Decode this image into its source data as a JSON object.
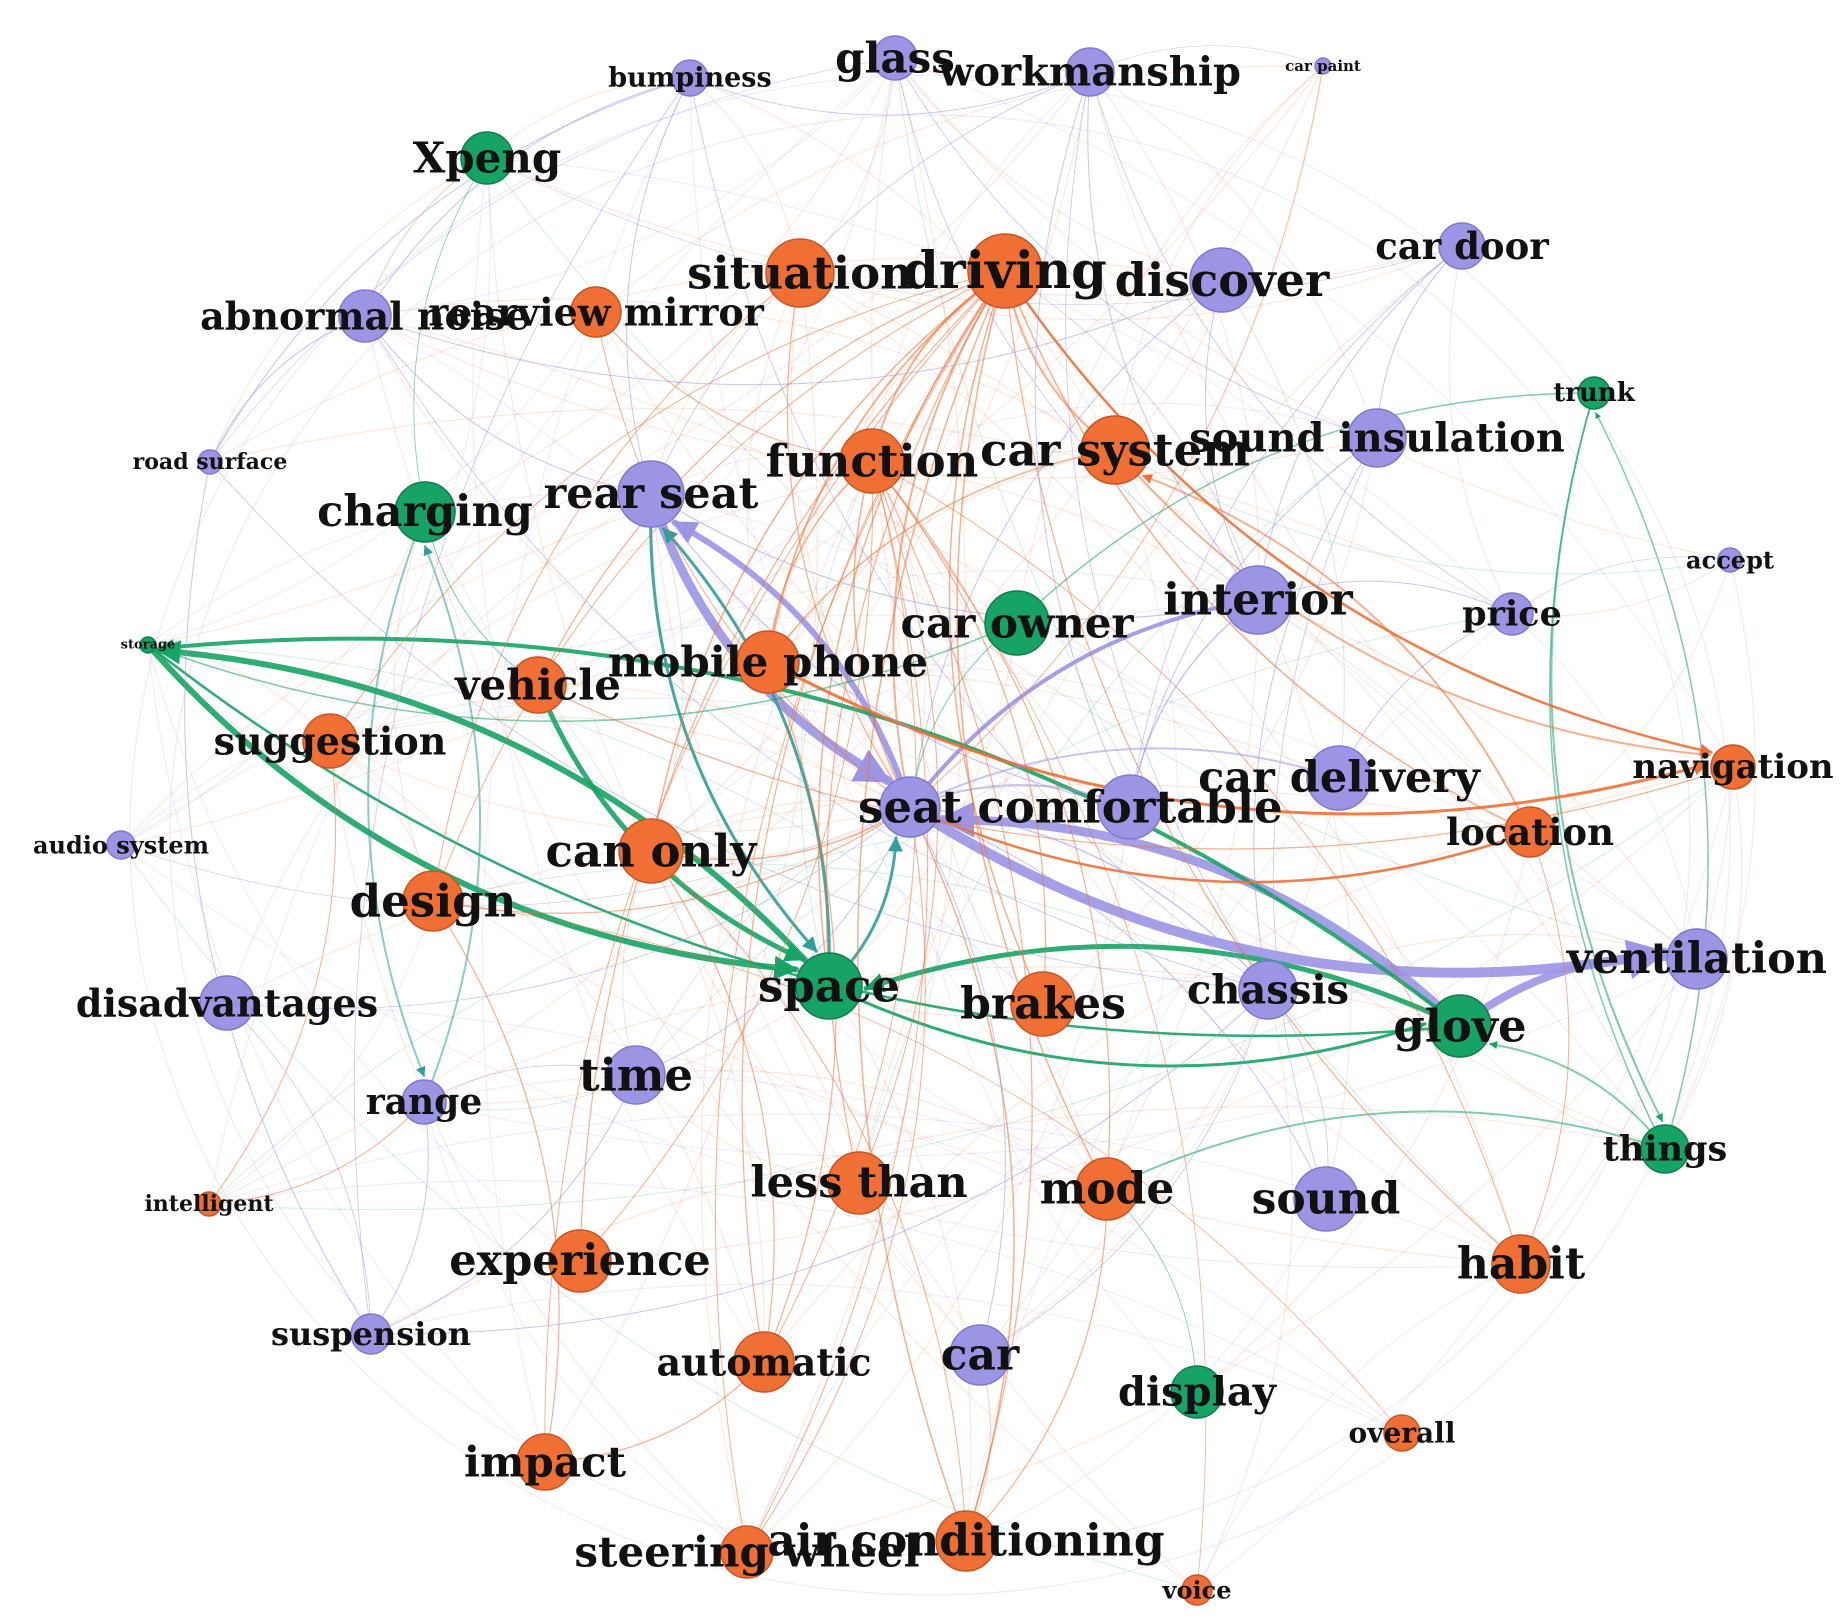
{
  "colors": {
    "purple": "#9b95e4",
    "orange": "#ef6f34",
    "green": "#16a365"
  },
  "nodes": [
    {
      "id": "glass",
      "label": "glass",
      "group": "purple"
    },
    {
      "id": "workmanship",
      "label": "workmanship",
      "group": "purple"
    },
    {
      "id": "bumpiness",
      "label": "bumpiness",
      "group": "purple"
    },
    {
      "id": "carpaint",
      "label": "car paint",
      "group": "purple"
    },
    {
      "id": "xpeng",
      "label": "Xpeng",
      "group": "green"
    },
    {
      "id": "situation",
      "label": "situation",
      "group": "orange"
    },
    {
      "id": "driving",
      "label": "driving",
      "group": "orange"
    },
    {
      "id": "discover",
      "label": "discover",
      "group": "purple"
    },
    {
      "id": "cardoor",
      "label": "car door",
      "group": "purple"
    },
    {
      "id": "abnormalnoise",
      "label": "abnormal noise",
      "group": "purple"
    },
    {
      "id": "rearviewmirror",
      "label": "rearview mirror",
      "group": "orange"
    },
    {
      "id": "trunk",
      "label": "trunk",
      "group": "green"
    },
    {
      "id": "roadsurface",
      "label": "road surface",
      "group": "purple"
    },
    {
      "id": "function",
      "label": "function",
      "group": "orange"
    },
    {
      "id": "carsystem",
      "label": "car system",
      "group": "orange"
    },
    {
      "id": "soundinsulation",
      "label": "sound insulation",
      "group": "purple"
    },
    {
      "id": "charging",
      "label": "charging",
      "group": "green"
    },
    {
      "id": "rearseat",
      "label": "rear seat",
      "group": "purple"
    },
    {
      "id": "accept",
      "label": "accept",
      "group": "purple"
    },
    {
      "id": "interior",
      "label": "interior",
      "group": "purple"
    },
    {
      "id": "price",
      "label": "price",
      "group": "purple"
    },
    {
      "id": "carowner",
      "label": "car owner",
      "group": "green"
    },
    {
      "id": "storage",
      "label": "storage",
      "group": "green"
    },
    {
      "id": "mobilephone",
      "label": "mobile phone",
      "group": "orange"
    },
    {
      "id": "vehicle",
      "label": "vehicle",
      "group": "orange"
    },
    {
      "id": "suggestion",
      "label": "suggestion",
      "group": "orange"
    },
    {
      "id": "navigation",
      "label": "navigation",
      "group": "orange"
    },
    {
      "id": "cardelivery",
      "label": "car delivery",
      "group": "purple"
    },
    {
      "id": "seat",
      "label": "seat",
      "group": "purple"
    },
    {
      "id": "comfortable",
      "label": "comfortable",
      "group": "purple"
    },
    {
      "id": "location",
      "label": "location",
      "group": "orange"
    },
    {
      "id": "audiosystem",
      "label": "audio system",
      "group": "purple"
    },
    {
      "id": "canonly",
      "label": "can only",
      "group": "orange"
    },
    {
      "id": "design",
      "label": "design",
      "group": "orange"
    },
    {
      "id": "ventilation",
      "label": "ventilation",
      "group": "purple"
    },
    {
      "id": "disadvantages",
      "label": "disadvantages",
      "group": "purple"
    },
    {
      "id": "space",
      "label": "space",
      "group": "green"
    },
    {
      "id": "brakes",
      "label": "brakes",
      "group": "orange"
    },
    {
      "id": "chassis",
      "label": "chassis",
      "group": "purple"
    },
    {
      "id": "glove",
      "label": "glove",
      "group": "green"
    },
    {
      "id": "time",
      "label": "time",
      "group": "purple"
    },
    {
      "id": "range",
      "label": "range",
      "group": "purple"
    },
    {
      "id": "things",
      "label": "things",
      "group": "green"
    },
    {
      "id": "intelligent",
      "label": "intelligent",
      "group": "orange"
    },
    {
      "id": "lessthan",
      "label": "less than",
      "group": "orange"
    },
    {
      "id": "mode",
      "label": "mode",
      "group": "orange"
    },
    {
      "id": "sound",
      "label": "sound",
      "group": "purple"
    },
    {
      "id": "experience",
      "label": "experience",
      "group": "orange"
    },
    {
      "id": "habit",
      "label": "habit",
      "group": "orange"
    },
    {
      "id": "suspension",
      "label": "suspension",
      "group": "purple"
    },
    {
      "id": "automatic",
      "label": "automatic",
      "group": "orange"
    },
    {
      "id": "car",
      "label": "car",
      "group": "purple"
    },
    {
      "id": "display",
      "label": "display",
      "group": "green"
    },
    {
      "id": "overall",
      "label": "overall",
      "group": "orange"
    },
    {
      "id": "impact",
      "label": "impact",
      "group": "orange"
    },
    {
      "id": "steeringwheel",
      "label": "steering wheel",
      "group": "orange"
    },
    {
      "id": "airconditioning",
      "label": "air conditioning",
      "group": "orange"
    },
    {
      "id": "voice",
      "label": "voice",
      "group": "orange"
    }
  ],
  "edges": [
    {
      "s": "rearseat",
      "t": "seat",
      "w": 9,
      "c": "purple",
      "arrow": true
    },
    {
      "s": "seat",
      "t": "rearseat",
      "w": 6,
      "c": "purple",
      "arrow": true
    },
    {
      "s": "seat",
      "t": "ventilation",
      "w": 10,
      "c": "purple",
      "arrow": true
    },
    {
      "s": "glove",
      "t": "seat",
      "w": 9,
      "c": "purple",
      "arrow": true
    },
    {
      "s": "ventilation",
      "t": "glove",
      "w": 8,
      "c": "purple"
    },
    {
      "s": "interior",
      "t": "seat",
      "w": 4,
      "c": "purple"
    },
    {
      "s": "storage",
      "t": "space",
      "w": 6,
      "c": "green",
      "arrow": true
    },
    {
      "s": "space",
      "t": "storage",
      "w": 6,
      "c": "green",
      "arrow": true
    },
    {
      "s": "glove",
      "t": "storage",
      "w": 4,
      "c": "green",
      "arrow": true
    },
    {
      "s": "glove",
      "t": "space",
      "w": 5,
      "c": "green",
      "arrow": true
    },
    {
      "s": "space",
      "t": "glove",
      "w": 3,
      "c": "green",
      "arrow": true
    },
    {
      "s": "vehicle",
      "t": "space",
      "w": 5,
      "c": "green",
      "arrow": true
    },
    {
      "s": "charging",
      "t": "range",
      "w": 2,
      "c": "teal",
      "arrow": true
    },
    {
      "s": "range",
      "t": "charging",
      "w": 2,
      "c": "teal",
      "arrow": true
    },
    {
      "s": "space",
      "t": "rearseat",
      "w": 3,
      "c": "teal",
      "arrow": true
    },
    {
      "s": "rearseat",
      "t": "space",
      "w": 3,
      "c": "teal",
      "arrow": true
    },
    {
      "s": "space",
      "t": "seat",
      "w": 3,
      "c": "teal",
      "arrow": true
    },
    {
      "s": "things",
      "t": "glove",
      "w": 2,
      "c": "green",
      "arrow": true
    },
    {
      "s": "trunk",
      "t": "things",
      "w": 2,
      "c": "green",
      "arrow": true
    },
    {
      "s": "things",
      "t": "trunk",
      "w": 1.5,
      "c": "green",
      "arrow": true
    },
    {
      "s": "trunk",
      "t": "carowner",
      "w": 1.5,
      "c": "green"
    },
    {
      "s": "things",
      "t": "mode",
      "w": 2,
      "c": "green"
    },
    {
      "s": "storage",
      "t": "glove",
      "w": 2.5,
      "c": "green"
    },
    {
      "s": "trunk",
      "t": "things",
      "w": 1.5,
      "c": "green"
    },
    {
      "s": "driving",
      "t": "seat",
      "w": 2,
      "c": "orange"
    },
    {
      "s": "driving",
      "t": "space",
      "w": 1.5,
      "c": "orange"
    },
    {
      "s": "driving",
      "t": "function",
      "w": 2,
      "c": "orange"
    },
    {
      "s": "driving",
      "t": "carsystem",
      "w": 2,
      "c": "orange"
    },
    {
      "s": "driving",
      "t": "mobilephone",
      "w": 2,
      "c": "orange"
    },
    {
      "s": "driving",
      "t": "canonly",
      "w": 1.5,
      "c": "orange"
    },
    {
      "s": "driving",
      "t": "brakes",
      "w": 1.5,
      "c": "orange"
    },
    {
      "s": "driving",
      "t": "mode",
      "w": 1.5,
      "c": "orange"
    },
    {
      "s": "driving",
      "t": "lessthan",
      "w": 1.2,
      "c": "orange"
    },
    {
      "s": "driving",
      "t": "airconditioning",
      "w": 1.5,
      "c": "orange"
    },
    {
      "s": "driving",
      "t": "automatic",
      "w": 1.2,
      "c": "orange"
    },
    {
      "s": "driving",
      "t": "experience",
      "w": 1.2,
      "c": "orange"
    },
    {
      "s": "driving",
      "t": "navigation",
      "w": 2.5,
      "c": "orange",
      "arrow": true
    },
    {
      "s": "driving",
      "t": "location",
      "w": 1.5,
      "c": "orange"
    },
    {
      "s": "driving",
      "t": "habit",
      "w": 1.2,
      "c": "orange"
    },
    {
      "s": "driving",
      "t": "vehicle",
      "w": 1.2,
      "c": "orange"
    },
    {
      "s": "driving",
      "t": "design",
      "w": 1,
      "c": "orange"
    },
    {
      "s": "driving",
      "t": "suggestion",
      "w": 1,
      "c": "orange"
    },
    {
      "s": "driving",
      "t": "steeringwheel",
      "w": 1,
      "c": "orange"
    },
    {
      "s": "driving",
      "t": "impact",
      "w": 1,
      "c": "orange"
    },
    {
      "s": "mobilephone",
      "t": "navigation",
      "w": 3,
      "c": "orange",
      "arrow": true
    },
    {
      "s": "carsystem",
      "t": "navigation",
      "w": 2,
      "c": "orange",
      "arrow": true
    },
    {
      "s": "location",
      "t": "carsystem",
      "w": 2,
      "c": "orange",
      "arrow": true
    },
    {
      "s": "seat",
      "t": "location",
      "w": 2.5,
      "c": "orange"
    },
    {
      "s": "airconditioning",
      "t": "seat",
      "w": 1.5,
      "c": "orange"
    },
    {
      "s": "airconditioning",
      "t": "function",
      "w": 1.2,
      "c": "orange"
    },
    {
      "s": "airconditioning",
      "t": "mode",
      "w": 1.2,
      "c": "orange"
    },
    {
      "s": "airconditioning",
      "t": "canonly",
      "w": 1,
      "c": "orange"
    },
    {
      "s": "automatic",
      "t": "mobilephone",
      "w": 1.2,
      "c": "orange"
    },
    {
      "s": "automatic",
      "t": "canonly",
      "w": 1.2,
      "c": "orange"
    },
    {
      "s": "automatic",
      "t": "function",
      "w": 1,
      "c": "orange"
    },
    {
      "s": "impact",
      "t": "design",
      "w": 1.2,
      "c": "orange"
    },
    {
      "s": "impact",
      "t": "automatic",
      "w": 1.2,
      "c": "orange"
    },
    {
      "s": "steeringwheel",
      "t": "function",
      "w": 1,
      "c": "orange"
    },
    {
      "s": "steeringwheel",
      "t": "seat",
      "w": 1,
      "c": "orange"
    },
    {
      "s": "intelligent",
      "t": "suggestion",
      "w": 1,
      "c": "orange"
    },
    {
      "s": "intelligent",
      "t": "range",
      "w": 1,
      "c": "orange"
    },
    {
      "s": "habit",
      "t": "location",
      "w": 1,
      "c": "orange"
    },
    {
      "s": "habit",
      "t": "function",
      "w": 1,
      "c": "orange"
    },
    {
      "s": "brakes",
      "t": "function",
      "w": 1.2,
      "c": "orange"
    },
    {
      "s": "mode",
      "t": "function",
      "w": 1.2,
      "c": "orange"
    },
    {
      "s": "lessthan",
      "t": "function",
      "w": 1,
      "c": "orange"
    },
    {
      "s": "experience",
      "t": "function",
      "w": 1,
      "c": "orange"
    },
    {
      "s": "situation",
      "t": "seat",
      "w": 1.2,
      "c": "orange"
    },
    {
      "s": "situation",
      "t": "design",
      "w": 1,
      "c": "orange"
    },
    {
      "s": "rearviewmirror",
      "t": "seat",
      "w": 1,
      "c": "orange"
    },
    {
      "s": "rearviewmirror",
      "t": "function",
      "w": 1,
      "c": "orange"
    },
    {
      "s": "overall",
      "t": "design",
      "w": 0.8,
      "c": "orange"
    },
    {
      "s": "voice",
      "t": "function",
      "w": 0.8,
      "c": "orange"
    },
    {
      "s": "function",
      "t": "mobilephone",
      "w": 1.5,
      "c": "orange"
    },
    {
      "s": "function",
      "t": "seat",
      "w": 1.5,
      "c": "orange"
    },
    {
      "s": "carsystem",
      "t": "mobilephone",
      "w": 1.5,
      "c": "orange"
    },
    {
      "s": "canonly",
      "t": "seat",
      "w": 1.5,
      "c": "orange"
    },
    {
      "s": "design",
      "t": "seat",
      "w": 1.2,
      "c": "orange"
    },
    {
      "s": "vehicle",
      "t": "navigation",
      "w": 1.2,
      "c": "orange"
    },
    {
      "s": "bumpiness",
      "t": "roadsurface",
      "w": 1,
      "c": "purple"
    },
    {
      "s": "bumpiness",
      "t": "abnormalnoise",
      "w": 1,
      "c": "purple"
    },
    {
      "s": "bumpiness",
      "t": "rearseat",
      "w": 1,
      "c": "purple"
    },
    {
      "s": "bumpiness",
      "t": "workmanship",
      "w": 0.8,
      "c": "purple"
    },
    {
      "s": "bumpiness",
      "t": "chassis",
      "w": 0.8,
      "c": "purple"
    },
    {
      "s": "bumpiness",
      "t": "suspension",
      "w": 0.8,
      "c": "purple"
    },
    {
      "s": "workmanship",
      "t": "interior",
      "w": 1,
      "c": "purple"
    },
    {
      "s": "workmanship",
      "t": "comfortable",
      "w": 1,
      "c": "purple"
    },
    {
      "s": "workmanship",
      "t": "rearseat",
      "w": 0.8,
      "c": "purple"
    },
    {
      "s": "workmanship",
      "t": "price",
      "w": 0.8,
      "c": "purple"
    },
    {
      "s": "workmanship",
      "t": "chassis",
      "w": 0.8,
      "c": "purple"
    },
    {
      "s": "glass",
      "t": "roadsurface",
      "w": 0.6,
      "c": "purple"
    },
    {
      "s": "glass",
      "t": "interior",
      "w": 0.8,
      "c": "purple"
    },
    {
      "s": "glass",
      "t": "soundinsulation",
      "w": 0.8,
      "c": "purple"
    },
    {
      "s": "abnormalnoise",
      "t": "roadsurface",
      "w": 1,
      "c": "purple"
    },
    {
      "s": "abnormalnoise",
      "t": "rearseat",
      "w": 1,
      "c": "purple"
    },
    {
      "s": "abnormalnoise",
      "t": "discover",
      "w": 1,
      "c": "purple"
    },
    {
      "s": "abnormalnoise",
      "t": "chassis",
      "w": 0.8,
      "c": "purple"
    },
    {
      "s": "discover",
      "t": "seat",
      "w": 1,
      "c": "purple"
    },
    {
      "s": "discover",
      "t": "interior",
      "w": 1,
      "c": "purple"
    },
    {
      "s": "cardoor",
      "t": "interior",
      "w": 1,
      "c": "purple"
    },
    {
      "s": "cardoor",
      "t": "soundinsulation",
      "w": 1,
      "c": "purple"
    },
    {
      "s": "cardoor",
      "t": "comfortable",
      "w": 0.8,
      "c": "purple"
    },
    {
      "s": "soundinsulation",
      "t": "comfortable",
      "w": 1,
      "c": "purple"
    },
    {
      "s": "soundinsulation",
      "t": "chassis",
      "w": 1,
      "c": "purple"
    },
    {
      "s": "soundinsulation",
      "t": "sound",
      "w": 0.8,
      "c": "purple"
    },
    {
      "s": "roadsurface",
      "t": "suspension",
      "w": 1,
      "c": "purple"
    },
    {
      "s": "roadsurface",
      "t": "chassis",
      "w": 0.8,
      "c": "purple"
    },
    {
      "s": "suspension",
      "t": "chassis",
      "w": 1,
      "c": "purple"
    },
    {
      "s": "suspension",
      "t": "time",
      "w": 1,
      "c": "purple"
    },
    {
      "s": "suspension",
      "t": "range",
      "w": 1,
      "c": "purple"
    },
    {
      "s": "suspension",
      "t": "disadvantages",
      "w": 0.8,
      "c": "purple"
    },
    {
      "s": "time",
      "t": "seat",
      "w": 1,
      "c": "purple"
    },
    {
      "s": "time",
      "t": "range",
      "w": 0.8,
      "c": "purple"
    },
    {
      "s": "disadvantages",
      "t": "seat",
      "w": 0.8,
      "c": "purple"
    },
    {
      "s": "audiosystem",
      "t": "seat",
      "w": 0.6,
      "c": "purple"
    },
    {
      "s": "price",
      "t": "cardelivery",
      "w": 1,
      "c": "purple"
    },
    {
      "s": "price",
      "t": "interior",
      "w": 1,
      "c": "purple"
    },
    {
      "s": "accept",
      "t": "price",
      "w": 0.6,
      "c": "purple"
    },
    {
      "s": "sound",
      "t": "seat",
      "w": 1,
      "c": "purple"
    },
    {
      "s": "sound",
      "t": "chassis",
      "w": 0.8,
      "c": "purple"
    },
    {
      "s": "car",
      "t": "seat",
      "w": 1,
      "c": "purple"
    },
    {
      "s": "car",
      "t": "chassis",
      "w": 0.8,
      "c": "purple"
    },
    {
      "s": "comfortable",
      "t": "seat",
      "w": 2,
      "c": "purple"
    },
    {
      "s": "cardelivery",
      "t": "seat",
      "w": 2,
      "c": "purple"
    },
    {
      "s": "chassis",
      "t": "seat",
      "w": 1.5,
      "c": "purple"
    },
    {
      "s": "interior",
      "t": "comfortable",
      "w": 1.5,
      "c": "purple"
    },
    {
      "s": "rearseat",
      "t": "interior",
      "w": 1.2,
      "c": "purple"
    },
    {
      "s": "rearseat",
      "t": "comfortable",
      "w": 1.2,
      "c": "purple"
    },
    {
      "s": "xpeng",
      "t": "cardoor",
      "w": 0.6,
      "c": "purple"
    },
    {
      "s": "carpaint",
      "t": "workmanship",
      "w": 0.5,
      "c": "purple"
    },
    {
      "s": "display",
      "t": "mode",
      "w": 0.8,
      "c": "green"
    },
    {
      "s": "charging",
      "t": "vehicle",
      "w": 1,
      "c": "green"
    },
    {
      "s": "xpeng",
      "t": "charging",
      "w": 0.8,
      "c": "green"
    },
    {
      "s": "carowner",
      "t": "seat",
      "w": 1,
      "c": "green"
    },
    {
      "s": "storage",
      "t": "carowner",
      "w": 1.5,
      "c": "green"
    }
  ]
}
